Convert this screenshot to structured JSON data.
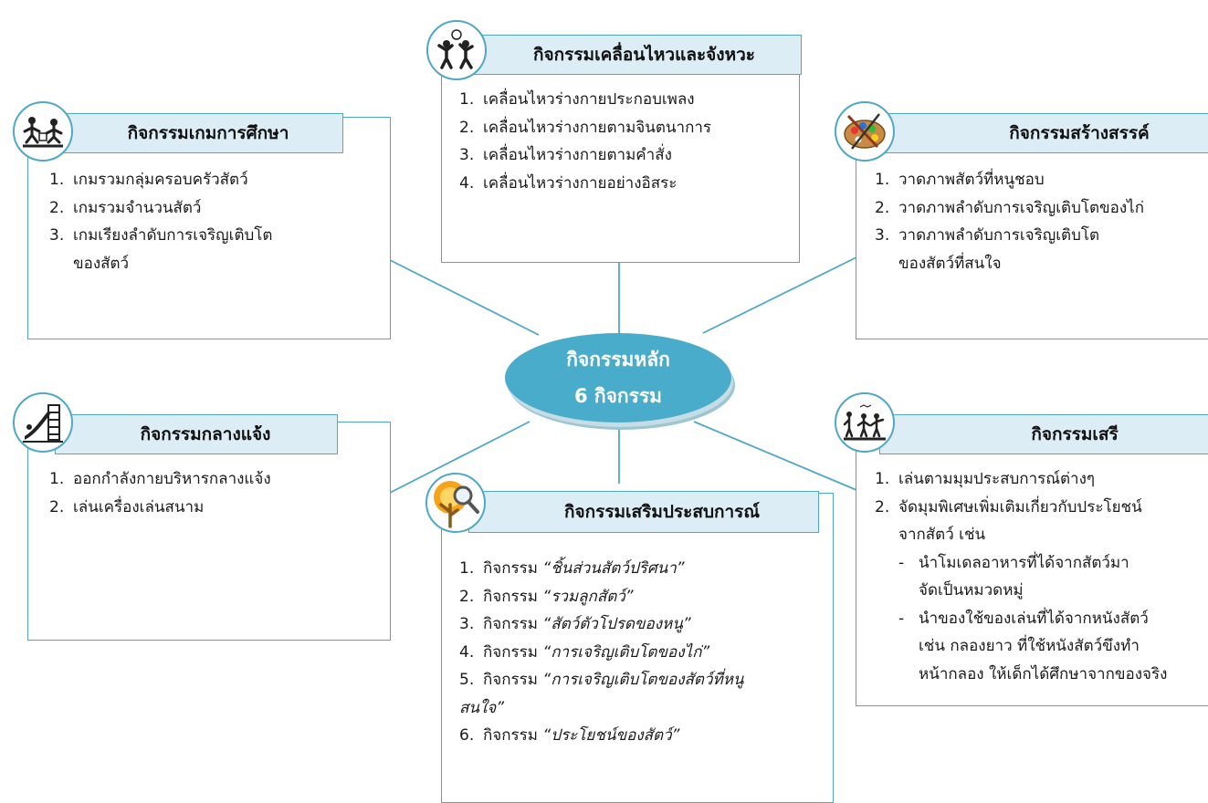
{
  "center": {
    "line1": "กิจกรรมหลัก",
    "line2": "6 กิจกรรม"
  },
  "colors": {
    "accent": "#4fa8c4",
    "header_fill": "#dcedf6",
    "center_fill": "#4aaccb"
  },
  "boxes": {
    "movement": {
      "icon": "dancing-people-icon",
      "title": "กิจกรรมเคลื่อนไหวและจังหวะ",
      "items": [
        {
          "n": "1.",
          "text": "เคลื่อนไหวร่างกายประกอบเพลง"
        },
        {
          "n": "2.",
          "text": "เคลื่อนไหวร่างกายตามจินตนาการ"
        },
        {
          "n": "3.",
          "text": "เคลื่อนไหวร่างกายตามคำสั่ง"
        },
        {
          "n": "4.",
          "text": "เคลื่อนไหวร่างกายอย่างอิสระ"
        }
      ]
    },
    "education_game": {
      "icon": "children-playing-icon",
      "title": "กิจกรรมเกมการศึกษา",
      "items": [
        {
          "n": "1.",
          "text": "เกมรวมกลุ่มครอบครัวสัตว์"
        },
        {
          "n": "2.",
          "text": "เกมรวมจำนวนสัตว์"
        },
        {
          "n": "3.",
          "text": "เกมเรียงลำดับการเจริญเติบโต"
        }
      ],
      "item3_cont": "ของสัตว์"
    },
    "creative": {
      "icon": "paint-palette-icon",
      "title": "กิจกรรมสร้างสรรค์",
      "items": [
        {
          "n": "1.",
          "text": "วาดภาพสัตว์ที่หนูชอบ"
        },
        {
          "n": "2.",
          "text": "วาดภาพลำดับการเจริญเติบโตของไก่"
        },
        {
          "n": "3.",
          "text": "วาดภาพลำดับการเจริญเติบโต"
        }
      ],
      "item3_cont": "ของสัตว์ที่สนใจ"
    },
    "outdoor": {
      "icon": "playground-slide-icon",
      "title": "กิจกรรมกลางแจ้ง",
      "items": [
        {
          "n": "1.",
          "text": "ออกกำลังกายบริหารกลางแจ้ง"
        },
        {
          "n": "2.",
          "text": "เล่นเครื่องเล่นสนาม"
        }
      ]
    },
    "experience": {
      "icon": "tree-magnifier-icon",
      "title": "กิจกรรมเสริมประสบการณ์",
      "items": [
        {
          "n": "1.",
          "prefix": "กิจกรรม",
          "quote": "“ชิ้นส่วนสัตว์ปริศนา”"
        },
        {
          "n": "2.",
          "prefix": "กิจกรรม",
          "quote": "“รวมลูกสัตว์”"
        },
        {
          "n": "3.",
          "prefix": "กิจกรรม",
          "quote": "“สัตว์ตัวโปรดของหนู”"
        },
        {
          "n": "4.",
          "prefix": "กิจกรรม",
          "quote": "“การเจริญเติบโตของไก่”"
        },
        {
          "n": "5.",
          "prefix": "กิจกรรม",
          "quote": "“การเจริญเติบโตของสัตว์ที่หนู"
        },
        {
          "n": "6.",
          "prefix": "กิจกรรม",
          "quote": "“ประโยชน์ของสัตว์”"
        }
      ],
      "item5_cont": "สนใจ”"
    },
    "free_play": {
      "icon": "people-playing-icon",
      "title": "กิจกรรมเสรี",
      "items": [
        {
          "n": "1.",
          "text": "เล่นตามมุมประสบการณ์ต่างๆ"
        },
        {
          "n": "2.",
          "text": "จัดมุมพิเศษเพิ่มเติมเกี่ยวกับประโยชน์"
        }
      ],
      "item2_cont": "จากสัตว์ เช่น",
      "sub": [
        {
          "dash": "-",
          "line1": "นำโมเดลอาหารที่ได้จากสัตว์มา",
          "line2": "จัดเป็นหมวดหมู่"
        },
        {
          "dash": "-",
          "line1": "นำของใช้ของเล่นที่ได้จากหนังสัตว์",
          "line2": "เช่น กลองยาว ที่ใช้หนังสัตว์ขึงทำ",
          "line3": "หน้ากลอง ให้เด็กได้ศึกษาจากของจริง"
        }
      ]
    }
  }
}
